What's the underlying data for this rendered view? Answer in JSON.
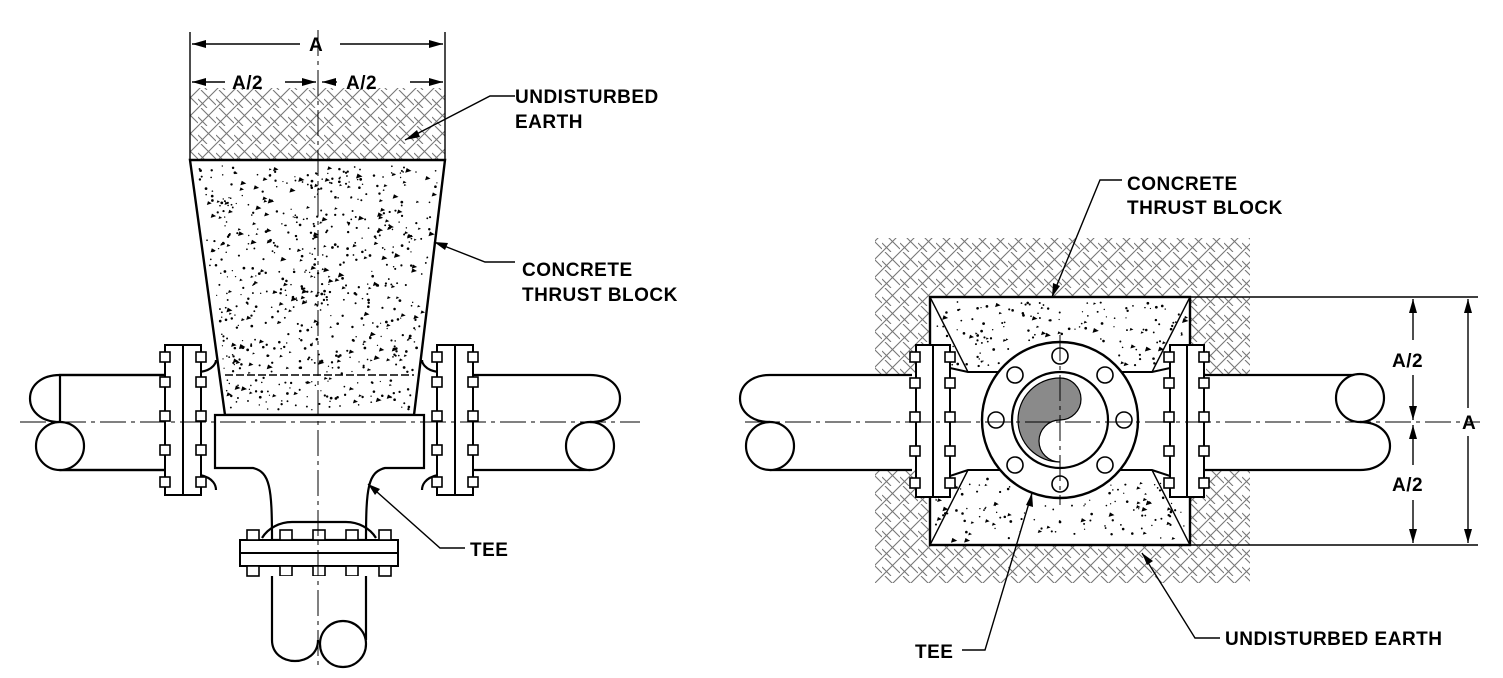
{
  "left_view": {
    "dim_total": "A",
    "dim_half_left": "A/2",
    "dim_half_right": "A/2",
    "label_earth_line1": "UNDISTURBED",
    "label_earth_line2": "EARTH",
    "label_block_line1": "CONCRETE",
    "label_block_line2": "THRUST BLOCK",
    "label_tee": "TEE"
  },
  "right_view": {
    "label_block_line1": "CONCRETE",
    "label_block_line2": "THRUST BLOCK",
    "dim_half_top": "A/2",
    "dim_total": "A",
    "dim_half_bottom": "A/2",
    "label_tee": "TEE",
    "label_earth": "UNDISTURBED EARTH"
  },
  "colors": {
    "line": "#000000",
    "background": "#ffffff",
    "yin_yang_fill": "#8a8a8a"
  }
}
